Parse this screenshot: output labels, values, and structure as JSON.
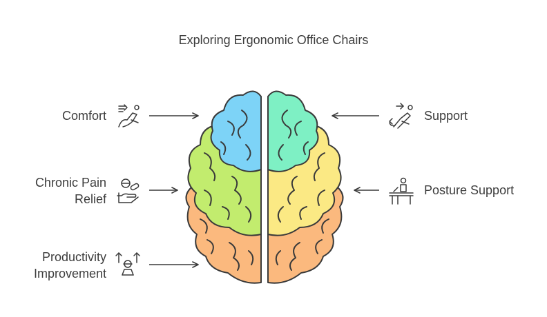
{
  "title": "Exploring Ergonomic Office Chairs",
  "left_items": [
    {
      "label": "Comfort",
      "icon": "reclining-chair-icon"
    },
    {
      "label_line1": "Chronic Pain",
      "label_line2": "Relief",
      "icon": "pills-hand-icon"
    },
    {
      "label_line1": "Productivity",
      "label_line2": "Improvement",
      "icon": "person-arrows-up-icon"
    }
  ],
  "right_items": [
    {
      "label": "Support",
      "icon": "supported-recline-icon"
    },
    {
      "label": "Posture Support",
      "icon": "person-at-desk-icon"
    }
  ],
  "colors": {
    "left_top": "#7dd3f7",
    "right_top": "#7ef0c4",
    "left_mid": "#c2ec6e",
    "right_mid": "#fbe984",
    "bottom": "#fbb97e",
    "stroke": "#3a3a3a"
  }
}
